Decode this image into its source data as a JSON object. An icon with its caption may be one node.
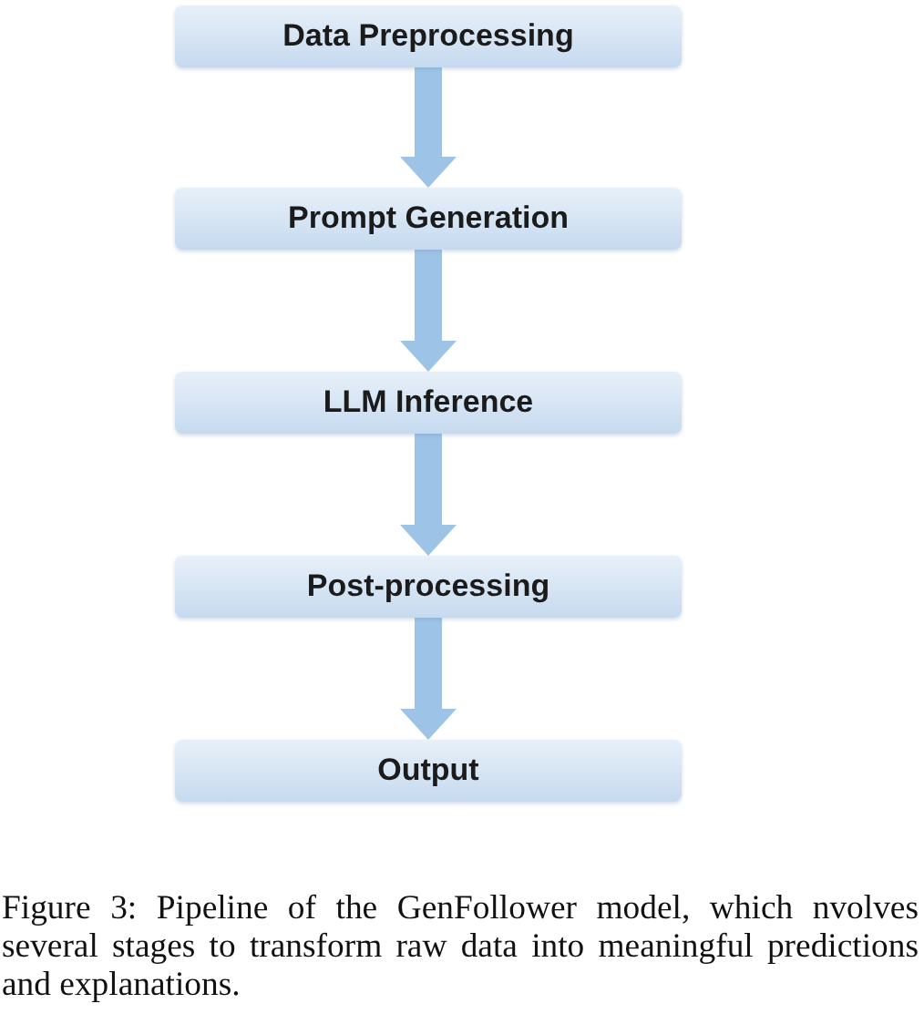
{
  "diagram": {
    "caption": "Figure 3: Pipeline of the GenFollower model, which nvolves several stages to transform raw data into meaningful predictions and explanations.",
    "nodes": [
      {
        "text": [
          "Data Preprocessing"
        ]
      },
      {
        "text": [
          "Prompt Generation"
        ]
      },
      {
        "text": [
          "LLM Inference"
        ]
      },
      {
        "text": [
          "Post-processing"
        ]
      },
      {
        "text": [
          "Output"
        ]
      }
    ],
    "edges": [
      {
        "from": 0,
        "to": 1,
        "arrow": "to"
      },
      {
        "from": 1,
        "to": 2,
        "arrow": "to"
      },
      {
        "from": 2,
        "to": 3,
        "arrow": "to"
      },
      {
        "from": 3,
        "to": 4,
        "arrow": "to"
      }
    ]
  }
}
